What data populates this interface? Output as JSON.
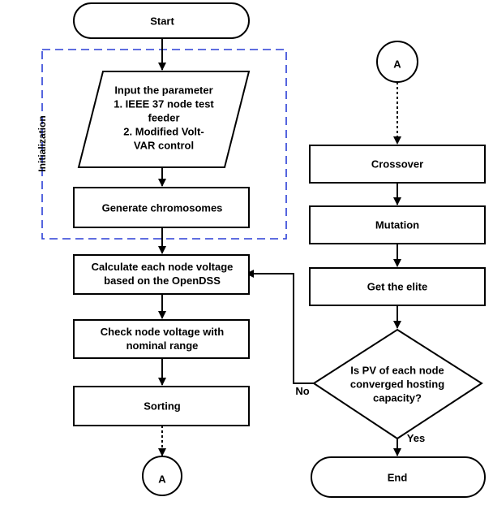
{
  "nodes": {
    "start": {
      "label": [
        "Start"
      ]
    },
    "input": {
      "label": [
        "Input the parameter",
        "1. IEEE 37 node test",
        "feeder",
        "2. Modified Volt-",
        "VAR control"
      ]
    },
    "generate": {
      "label": [
        "Generate chromosomes"
      ]
    },
    "calculate": {
      "label": [
        "Calculate each node voltage",
        "based on the OpenDSS"
      ]
    },
    "check": {
      "label": [
        "Check node voltage with",
        "nominal range"
      ]
    },
    "sorting": {
      "label": [
        "Sorting"
      ]
    },
    "connector_left": {
      "label": [
        "A"
      ]
    },
    "connector_right": {
      "label": [
        "A"
      ]
    },
    "crossover": {
      "label": [
        "Crossover"
      ]
    },
    "mutation": {
      "label": [
        "Mutation"
      ]
    },
    "elite": {
      "label": [
        "Get the elite"
      ]
    },
    "decision": {
      "label": [
        "Is PV of each node",
        "converged hosting",
        "capacity?"
      ]
    },
    "end": {
      "label": [
        "End"
      ]
    }
  },
  "group": {
    "label": "Initialization"
  },
  "edges": {
    "no_label": "No",
    "yes_label": "Yes"
  },
  "colors": {
    "group_border": "#2b3fd6",
    "stroke": "#000000"
  }
}
